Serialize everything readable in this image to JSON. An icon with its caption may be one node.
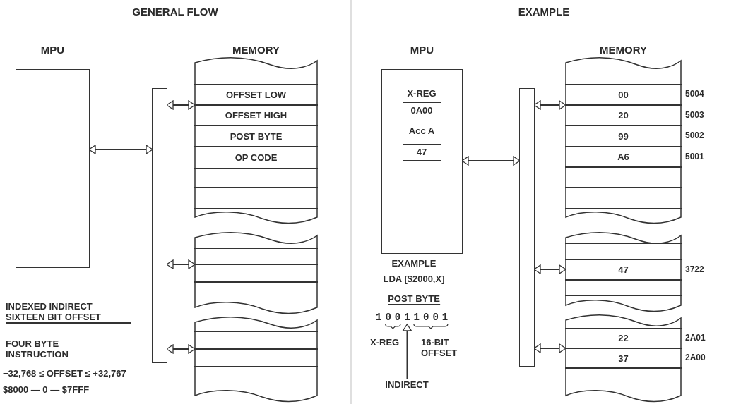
{
  "diagram": {
    "nodes": [
      {
        "text": [
          "MPU"
        ]
      },
      {
        "text": [],
        "shape": "bar"
      },
      {
        "text": [
          "MEMORY"
        ]
      },
      {
        "text": [],
        "shape": "box",
        "in": 2
      },
      {
        "text": [
          "OFFSET LOW"
        ],
        "in": 3
      },
      {
        "text": [
          "OFFSET HIGH"
        ],
        "in": 3
      },
      {
        "text": [
          "POST BYTE"
        ],
        "in": 3
      },
      {
        "text": [
          "OP CODE"
        ],
        "in": 3
      },
      {
        "text": [],
        "shape": "box",
        "in": 3
      },
      {
        "text": [],
        "shape": "box",
        "in": 3
      },
      {
        "text": [],
        "shape": "box",
        "in": 2
      },
      {
        "text": [],
        "shape": "box",
        "in": 10
      },
      {
        "text": [],
        "shape": "box",
        "in": 10
      },
      {
        "text": [],
        "shape": "box",
        "in": 10
      },
      {
        "text": [],
        "shape": "box",
        "in": 2
      },
      {
        "text": [],
        "shape": "box",
        "in": 14
      },
      {
        "text": [],
        "shape": "box",
        "in": 14
      },
      {
        "text": [],
        "shape": "box",
        "in": 14
      },
      {
        "text": [
          "MPU"
        ]
      },
      {
        "text": [
          "0A00"
        ],
        "in": 18,
        "beside": [
          "X-REG"
        ]
      },
      {
        "text": [
          "47"
        ],
        "in": 18,
        "beside": [
          "Acc A"
        ]
      },
      {
        "text": [],
        "shape": "bar"
      },
      {
        "text": [
          "MEMORY"
        ]
      },
      {
        "text": [],
        "shape": "box",
        "in": 22
      },
      {
        "text": [
          "00"
        ],
        "in": 23,
        "beside": [
          "5004"
        ]
      },
      {
        "text": [
          "20"
        ],
        "in": 23,
        "beside": [
          "5003"
        ]
      },
      {
        "text": [
          "99"
        ],
        "in": 23,
        "beside": [
          "5002"
        ]
      },
      {
        "text": [
          "A6"
        ],
        "in": 23,
        "beside": [
          "5001"
        ]
      },
      {
        "text": [],
        "shape": "box",
        "in": 23
      },
      {
        "text": [],
        "shape": "box",
        "in": 23
      },
      {
        "text": [],
        "shape": "box",
        "in": 22
      },
      {
        "text": [],
        "shape": "box",
        "in": 30
      },
      {
        "text": [
          "47"
        ],
        "in": 30,
        "beside": [
          "3722"
        ]
      },
      {
        "text": [],
        "shape": "box",
        "in": 30
      },
      {
        "text": [],
        "shape": "box",
        "in": 22
      },
      {
        "text": [
          "22"
        ],
        "in": 34,
        "beside": [
          "2A01"
        ]
      },
      {
        "text": [
          "37"
        ],
        "in": 34,
        "beside": [
          "2A00"
        ]
      },
      {
        "text": [],
        "shape": "box",
        "in": 34
      },
      {
        "text": [
          "INDIRECT"
        ]
      },
      {
        "text": [
          "10011001"
        ]
      }
    ],
    "edges": [
      {
        "from": 0,
        "to": 1,
        "arrow": "both"
      },
      {
        "from": 1,
        "to": 3,
        "arrow": "both"
      },
      {
        "from": 1,
        "to": 10,
        "arrow": "both"
      },
      {
        "from": 1,
        "to": 14,
        "arrow": "both"
      },
      {
        "from": 18,
        "to": 21,
        "arrow": "both"
      },
      {
        "from": 21,
        "to": 23,
        "arrow": "both"
      },
      {
        "from": 21,
        "to": 30,
        "arrow": "both"
      },
      {
        "from": 21,
        "to": 34,
        "arrow": "both"
      },
      {
        "from": 38,
        "to": 39,
        "arrow": "to"
      }
    ],
    "labels": [
      "GENERAL FLOW",
      "EXAMPLE",
      "INDEXED INDIRECT SIXTEEN BIT OFFSET",
      "FOUR BYTE INSTRUCTION",
      "−32,768 ≤ OFFSET ≤ +32,767",
      "$8000 — 0 — $7FFF",
      "EXAMPLE",
      "LDA [$2000,X]",
      "POST BYTE",
      "X-REG",
      "16-BIT OFFSET"
    ]
  }
}
